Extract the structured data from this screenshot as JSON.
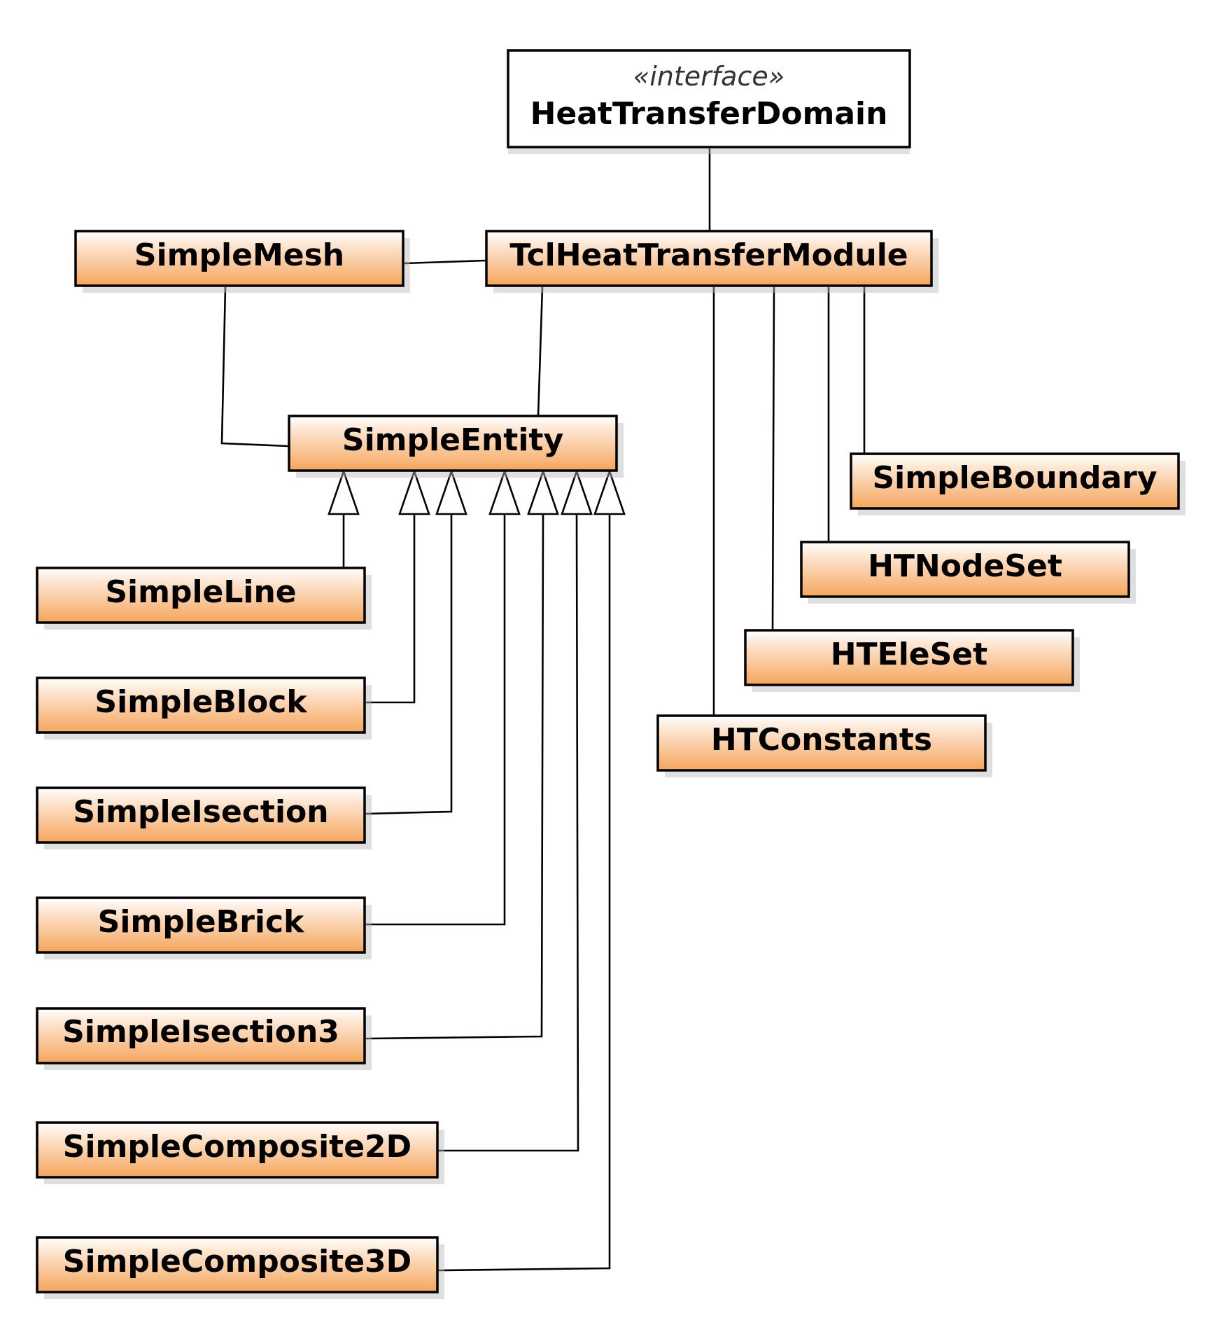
{
  "interface_box": {
    "stereotype": "«interface»",
    "name": "HeatTransferDomain"
  },
  "classes": {
    "simple_mesh": "SimpleMesh",
    "tcl_heat_transfer_module": "TclHeatTransferModule",
    "simple_entity": "SimpleEntity",
    "simple_line": "SimpleLine",
    "simple_block": "SimpleBlock",
    "simple_isection": "SimpleIsection",
    "simple_brick": "SimpleBrick",
    "simple_isection3d": "SimpleIsection3",
    "simple_composite2d": "SimpleComposite2D",
    "simple_composite3d": "SimpleComposite3D",
    "simple_boundary": "SimpleBoundary",
    "ht_node_set": "HTNodeSet",
    "ht_ele_set": "HTEleSet",
    "ht_constants": "HTConstants"
  },
  "colors": {
    "box_fill_top": "#ffffff",
    "box_fill_bottom": "#f5a55c",
    "outline": "#000000",
    "shadow": "#b9b9b9"
  }
}
